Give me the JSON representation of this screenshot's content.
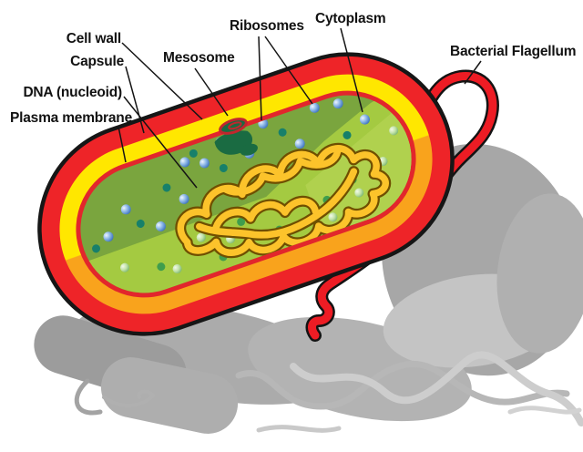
{
  "diagram": {
    "subject": "Average prokaryote cell (bacterium) cutaway diagram",
    "labels": {
      "cell_wall": "Cell wall",
      "capsule": "Capsule",
      "dna_nucleoid": "DNA (nucleoid)",
      "plasma_membrane": "Plasma membrane",
      "mesosome": "Mesosome",
      "ribosomes": "Ribosomes",
      "cytoplasm": "Cytoplasm",
      "bacterial_flagellum": "Bacterial Flagellum"
    },
    "colors": {
      "capsule_red": "#ee2428",
      "cell_wall_yellow": "#ffe700",
      "cell_wall_orange_shade": "#f9a31c",
      "plasma_membrane_red": "#e2262c",
      "cytoplasm_dark_green": "#7aa53e",
      "cytoplasm_light_green": "#a4ca41",
      "dna_gold": "#fcc32b",
      "dna_outline_brown": "#6f4f00",
      "mesosome_green": "#1a6b42",
      "mesosome_swirl_red": "#c1272d",
      "ribosome_blue": "#3c77c2",
      "ribosome_teal": "#17806a",
      "flagellum_red": "#ed1c24",
      "shadow_gray": "#ababab",
      "background": "#ffffff"
    }
  }
}
